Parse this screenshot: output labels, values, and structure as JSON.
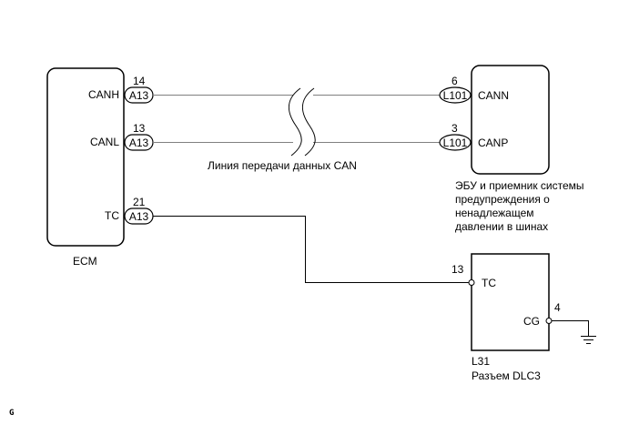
{
  "diagram": {
    "ecm": {
      "label": "ECM",
      "pins": [
        {
          "name": "CANH",
          "connector": "A13",
          "pin_number": "14"
        },
        {
          "name": "CANL",
          "connector": "A13",
          "pin_number": "13"
        },
        {
          "name": "TC",
          "connector": "A13",
          "pin_number": "21"
        }
      ]
    },
    "tpms_receiver": {
      "label_lines": [
        "ЭБУ и приемник системы",
        "предупреждения о",
        "ненадлежащем",
        "давлении в шинах"
      ],
      "pins": [
        {
          "name": "CANN",
          "connector": "L101",
          "pin_number": "6"
        },
        {
          "name": "CANP",
          "connector": "L101",
          "pin_number": "3"
        }
      ]
    },
    "dlc3": {
      "connector_id": "L31",
      "label": "Разъем DLC3",
      "pins": [
        {
          "name": "TC",
          "pin_number": "13"
        },
        {
          "name": "CG",
          "pin_number": "4"
        }
      ]
    },
    "can_bus_label": "Линия передачи данных CAN",
    "corner_mark": "G",
    "colors": {
      "line": "#000000",
      "can_wire": "#808080",
      "background": "#ffffff"
    }
  }
}
